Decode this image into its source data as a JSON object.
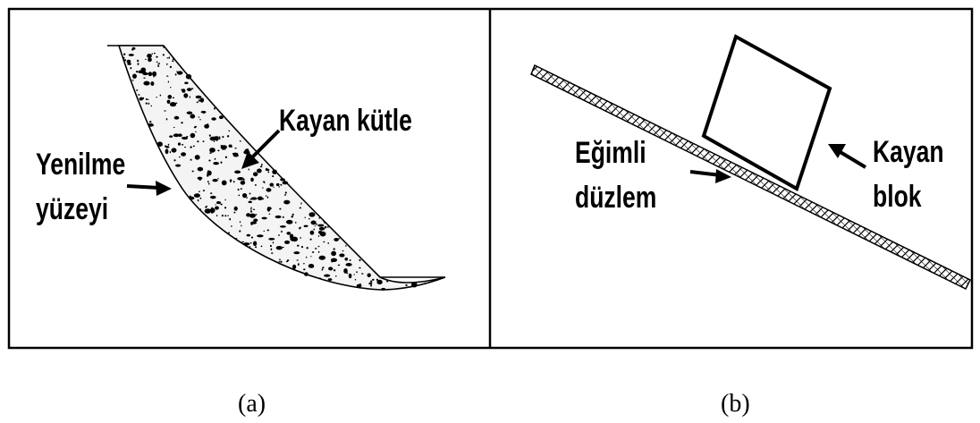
{
  "panel_a": {
    "label_failure_surface_line1": "Yenilme",
    "label_failure_surface_line2": "yüzeyi",
    "label_sliding_mass": "Kayan kütle",
    "caption": "(a)"
  },
  "panel_b": {
    "label_inclined_plane_line1": "Eğimli",
    "label_inclined_plane_line2": "düzlem",
    "label_sliding_block_line1": "Kayan",
    "label_sliding_block_line2": "blok",
    "caption": "(b)"
  },
  "colors": {
    "line": "#000000",
    "background": "#ffffff"
  }
}
